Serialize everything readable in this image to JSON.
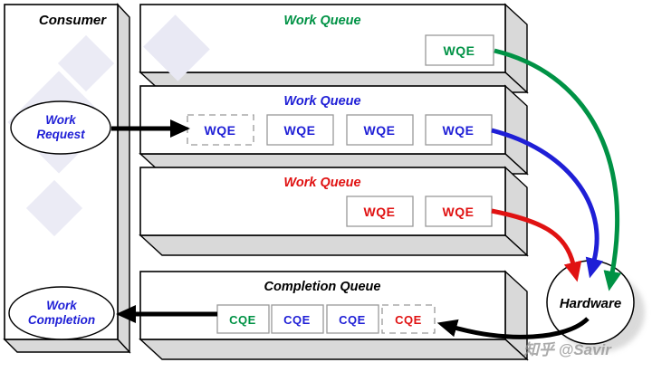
{
  "colors": {
    "green": "#009245",
    "blue": "#1f1fd6",
    "red": "#e01212",
    "black": "#000000",
    "slab_gray": "#d9d9d9",
    "small_box_border": "#999999",
    "watermark_gray": "#8f8f8f",
    "background_tint": "#e9e9f4"
  },
  "consumer": {
    "title": "Consumer"
  },
  "work_request": {
    "line1": "Work",
    "line2": "Request"
  },
  "work_completion": {
    "line1": "Work",
    "line2": "Completion"
  },
  "queues": [
    {
      "title": "Work Queue",
      "wqes": [
        {
          "label": "WQE"
        }
      ]
    },
    {
      "title": "Work Queue",
      "wqes": [
        {
          "label": "WQE"
        },
        {
          "label": "WQE"
        },
        {
          "label": "WQE"
        },
        {
          "label": "WQE"
        }
      ]
    },
    {
      "title": "Work Queue",
      "wqes": [
        {
          "label": "WQE"
        },
        {
          "label": "WQE"
        }
      ]
    }
  ],
  "completion_queue": {
    "title": "Completion Queue",
    "cqes": [
      {
        "label": "CQE"
      },
      {
        "label": "CQE"
      },
      {
        "label": "CQE"
      },
      {
        "label": "CQE"
      }
    ]
  },
  "hardware": {
    "label": "Hardware"
  },
  "watermark": {
    "text": "知乎 @Savir"
  }
}
